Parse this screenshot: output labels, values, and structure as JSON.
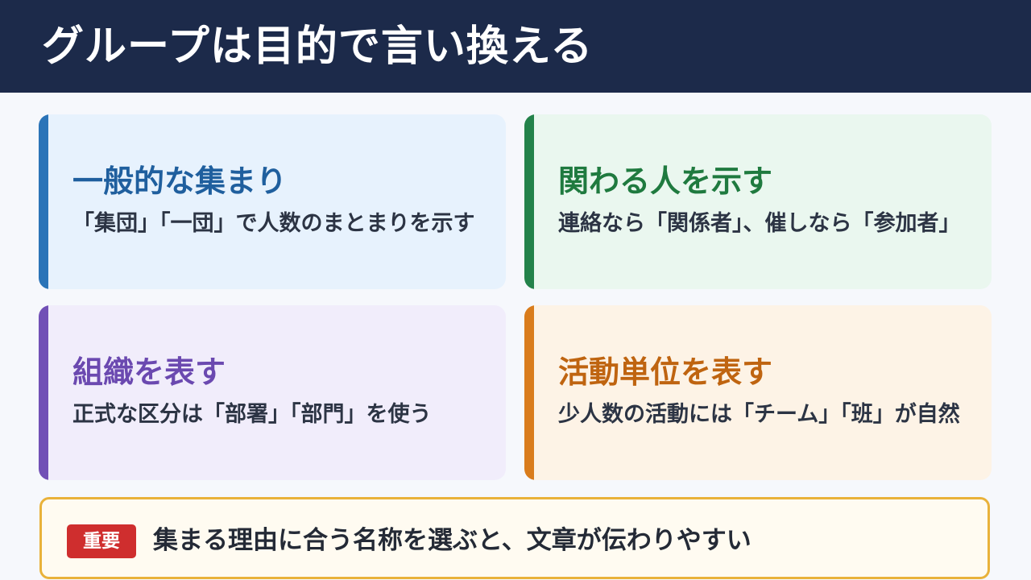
{
  "header": {
    "title": "グループは目的で言い換える"
  },
  "cards": [
    {
      "title": "一般的な集まり",
      "body": "「集団」「一団」で人数のまとまりを示す"
    },
    {
      "title": "関わる人を示す",
      "body": "連絡なら「関係者」、催しなら「参加者」"
    },
    {
      "title": "組織を表す",
      "body": "正式な区分は「部署」「部門」を使う"
    },
    {
      "title": "活動単位を表す",
      "body": "少人数の活動には「チーム」「班」が自然"
    }
  ],
  "note": {
    "badge": "重要",
    "text": "集まる理由に合う名称を選ぶと、文章が伝わりやすい"
  },
  "colors": {
    "header_bg": "#1c2a4a",
    "blue": "#2b74b8",
    "green": "#23824a",
    "purple": "#7150b6",
    "orange": "#d97c1c",
    "badge_red": "#cf2e2e",
    "note_border": "#e9b23a"
  }
}
